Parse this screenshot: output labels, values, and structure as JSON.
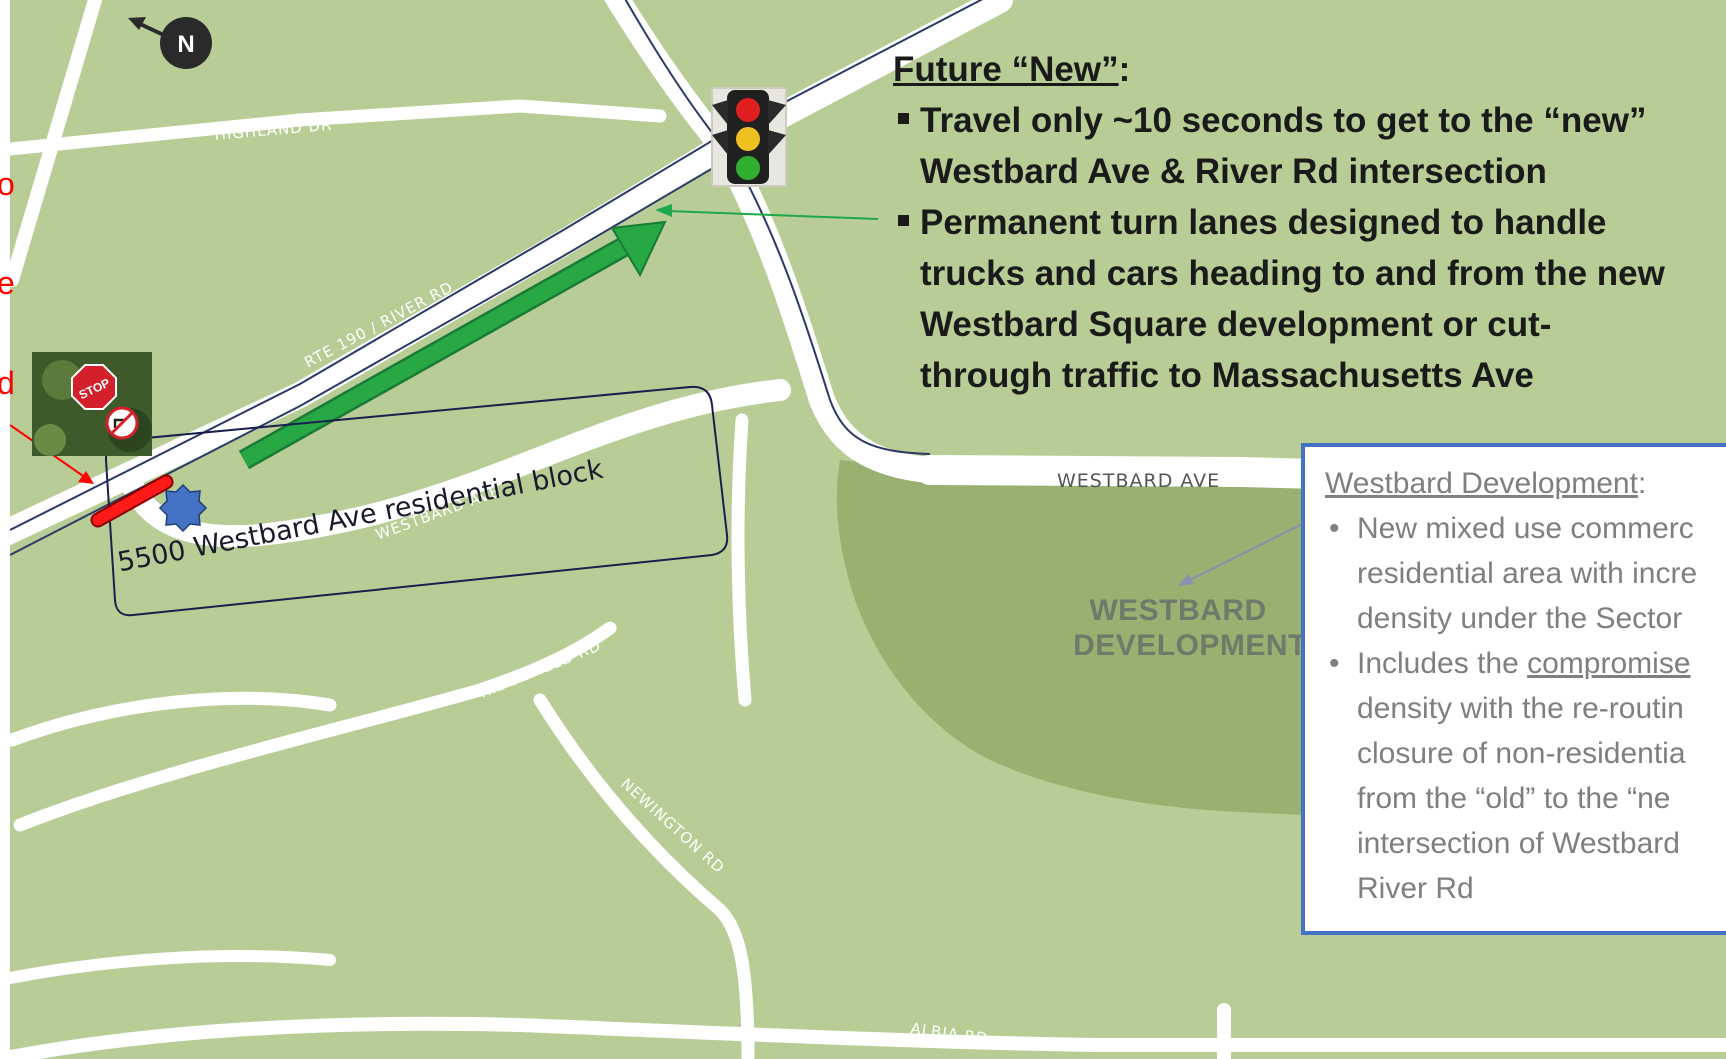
{
  "map": {
    "colors": {
      "land": "#b8cd95",
      "road": "#ffffff",
      "development": "#98b070",
      "outline": "#2b3a67",
      "red": "#ff0000"
    },
    "road_labels": {
      "highland": "HIGHLAND DR",
      "river": "RTE 190 / RIVER RD",
      "westbard_curve": "WESTBARD AVE",
      "westbard_main": "WESTBARD AVE",
      "ridgefield": "RIDGEFIELD RD",
      "newington": "NEWINGTON RD",
      "albia": "ALBIA RD"
    },
    "development_label": {
      "line1": "WESTBARD",
      "line2": "DEVELOPMENT"
    },
    "north_label": "N",
    "stop_sign_text": "STOP",
    "block_label": "5500 Westbard Ave residential block",
    "left_fragments": [
      "o",
      "e",
      "d"
    ]
  },
  "future": {
    "title": "Future “New”",
    "title_suffix": ":",
    "bullets": [
      [
        "Travel only ~10 seconds to get to the “new”",
        "Westbard Ave & River Rd intersection"
      ],
      [
        "Permanent turn lanes designed to handle",
        "trucks and cars heading to and from the new",
        "Westbard Square development or cut-",
        "through traffic to Massachusetts Ave"
      ]
    ]
  },
  "dev_box": {
    "heading": "Westbard Development",
    "heading_suffix": ":",
    "bullet1": [
      "New mixed use commerc",
      "residential area with incre",
      "density under the Sector"
    ],
    "bullet2_prefix": "Includes the ",
    "bullet2_underlined": "compromise",
    "bullet2_lines": [
      "density with the re-routin",
      "closure of non-residentia",
      "from the “old” to the “ne",
      "intersection of Westbard",
      "River Rd"
    ]
  }
}
